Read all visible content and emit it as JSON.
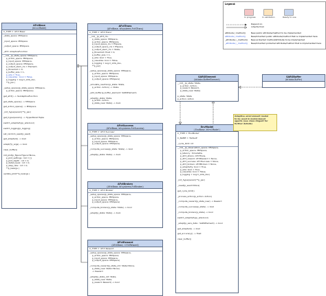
{
  "legend": {
    "title": "Legend:",
    "swatches": [
      {
        "label": "In progress",
        "color": "#f4c6c6"
      },
      {
        "label": "In validation",
        "color": "#fde4bc"
      },
      {
        "label": "Ready to use",
        "color": "#c6d5ee"
      }
    ],
    "rows": [
      {
        "sig": "attribute | method()",
        "desc": "New public attribute/method to be implemented",
        "cls": ""
      },
      {
        "sig": "attribute | method()",
        "desc": "New/inherited public attribute/method that is implemented here",
        "cls": "hl"
      },
      {
        "sig": "_attribute | _method()",
        "desc": "New protected method/attribute to be implemented",
        "cls": ""
      },
      {
        "sig": "_attribute | _method()",
        "desc": "New/inherited protected attribute/method that is implemented here",
        "cls": "hl"
      }
    ],
    "depends_label": "Depend on\ninherits from"
  },
  "note": "Adaptive environment model\nto be used in model-based\nagents (see class AAgent for\nfurther details)",
  "classes": {
    "afctbase": {
      "name": "AFctBase",
      "pkg": "(ml.sl.Model)",
      "sections": [
        [
          "C_TYPE = 'AFct Base'"
        ],
        [
          "_state_space: MSSpace",
          "",
          "_input_space: MSSpace",
          "",
          "_output_space: MSSpace",
          "",
          "_afct: AdaptiveFunction"
        ],
        [
          "__init__(p_state_space: MSSpace,",
          "    p_action_space: MSSpace,",
          "    p_input_space: MSSpace,",
          "    p_output_space: MSSpace,",
          "    p_output_elem_cls = Element,",
          "    p_threshold = 0,",
          "    p_buffer_size = 1,",
          "    p_ada = True,",
          "    p_visualize : bool = False,",
          "    p_logging = Log.C_LOG_ALL,",
          "    **p_par )",
          "",
          "_setup_spaces(p_state_space: MSSpace,",
          "    p_action_space: MSSpace)",
          "",
          "get_afct() -> SLAdaptiveFunction",
          "",
          "get_state_space() -> MSSpace",
          "",
          "get_action_space() -> MSSpace",
          "",
          "_init_hyperparam(**p_par)",
          "",
          "get_hyperparam() -> HyperParamTuple",
          "",
          "switch_adaptivity(p_ada:bool)",
          "",
          "switch_logging(p_logging)",
          "",
          "set_random_seed(p_seed)",
          "",
          "get_adapted() -> bool",
          "",
          "adapt(*p_args) -> bool",
          "",
          "clear_buffer()",
          "",
          "init_plot(p_figure:Figure=None,",
          "    p_plot_settings : list = [],",
          "    p_plot_depth : int = 0,",
          "    p_detail_level : int = 0,",
          "    p_step_rate : int = 0,",
          "    **p_kwargs )",
          "",
          "update_plot(**p_kwargs )"
        ]
      ],
      "hl_lines": [
        15,
        16,
        30
      ]
    },
    "afcttrans": {
      "name": "AFctTrans",
      "pkg": "(AFctBase, bf.systems.FctSTrans)",
      "sections": [
        [
          "C_TYPE = 'AFct Trans'"
        ],
        [
          "__init__(p_afct_cls,",
          "    p_state_space: MSSpace,",
          "    p_action_space: MSSpace,",
          "    p_input_space_cls = ESpace,",
          "    p_output_space_cls = ESpace,",
          "    p_output_elem_cls = State,",
          "    p_threshold: float = 0,",
          "    p_buffer_size = 1,",
          "    p_ada: bool = True,",
          "    p_visualize: bool = False,",
          "    p_logging = Log.C_LOG_ALL,",
          "    **p_par)",
          "",
          "_setup_spaces(p_state_space: MSSpace,",
          "    p_action_space: MSSpace,",
          "    p_input_space: MSSpace,",
          "    p_output_space: MSSpace)",
          "",
          "_simulate_reaction(p_state: State,",
          "    p_action: Action) -> State",
          "",
          "_add_buffer(p_buffer_element: SARSElement)",
          "",
          "_adapt(p_state: State,",
          "    p_action: Action,",
          "    p_state_new: State) -> bool"
        ]
      ]
    },
    "afctsuccess": {
      "name": "AFctSuccess",
      "pkg": "(AFctBase, bf.systems.FctSuccess)",
      "sections": [
        [
          "C_TYPE = 'AFct Success'"
        ],
        [
          "_setup_spaces(p_state_space: MSSpace,",
          "    p_action_space: MSSpace,",
          "    p_input_space: MSSpace,",
          "    p_output_space: MSSpace)",
          "",
          "_compute_success(p_state: State) -> bool",
          "",
          "_adapt(p_state: State) -> bool"
        ]
      ]
    },
    "afctbroken": {
      "name": "AFctBroken",
      "pkg": "(AFctBase, bf.systems.FctBroken)",
      "sections": [
        [
          "C_TYPE = 'AFct Broken'"
        ],
        [
          "_setup_spaces(p_state_space: MSSpace,",
          "    p_action_space: MSSpace,",
          "    p_input_space: MSSpace,",
          "    p_output_space: MSSpace)",
          "",
          "_compute_broken(p_state: State) -> bool",
          "",
          "_adapt(p_state: State) -> bool"
        ]
      ]
    },
    "afctreward": {
      "name": "AFctReward",
      "pkg": "(AFctBase, rl.FctReward)",
      "sections": [
        [
          "C_TYPE = 'AFct Reward'"
        ],
        [
          "_setup_spaces(p_state_space: MSSpace,",
          "    p_action_space: MSSpace,",
          "    p_input_space: MSSpace,",
          "    p_output_space: MSSpace)",
          "",
          "_compute_reward(p_state_old: State=None,",
          "    p_state_new: State=None)",
          "    -> Reward",
          "",
          "_adapt(p_state_old: State,",
          "    p_state_new: State,",
          "    p_reward: Reward) -> bool"
        ]
      ]
    },
    "sarselement": {
      "name": "SARSElement",
      "pkg": "(bf.data.BufferElement)",
      "sections": [
        [
          "__init__(p_state: State,",
          "    p_action: Action,",
          "    p_reward: Reward,",
          "    p_state_new: State)",
          "",
          "p_state: State",
          "p_action: Action",
          "p_state_new: State",
          "p_reward: Reward"
        ]
      ]
    },
    "sarsbuffer": {
      "name": "SARSBuffer",
      "pkg": "(bf.data.Buffer)",
      "sections": [
        [
          ""
        ]
      ]
    },
    "envmodel": {
      "name": "EnvModel",
      "pkg": "( EnvBase, bf.ml.Model )",
      "sections": [
        [
          "C_TYPE = 'EnvModel'",
          "",
          "C_NAME = 'Default'",
          "",
          "_cycle_limit: int"
        ],
        [
          "__init__(p_observation_space: MSSpace,",
          "    p_action_space: MSSpace,",
          "    p_latency : timedelta,",
          "    p_afct_strans: AFctTrans,",
          "    p_afct_reward: AFctReward = None,",
          "    p_afct_success: AFctSuccess = None,",
          "    p_afct_broken: AFctBroken = None,",
          "    p_adaptivity: bool = True,",
          "    p_ada: bool = True,",
          "    p_visualize: bool = False,",
          "    p_logging = Log.C_LOG_ALL)",
          "",
          "_init_hyperparam(**p_par)",
          "",
          "_reset(p_seed=None)",
          "",
          "get_cycle_limit()",
          "",
          "_process_action(p_action: Action)",
          "",
          "_compute_reward(p_state_new) -> Reward",
          "",
          "_compute_success(p_state) -> bool",
          "",
          "_compute_broken(p_state) -> bool",
          "",
          "switch_adaptivity(p_ada:bool)",
          "",
          "_adapt(p_sars_data : SARSElement) -> bool",
          "",
          "get_adapted() -> bool",
          "",
          "get_accuracy() -> float",
          "",
          "clear_buffer()"
        ]
      ],
      "hl_lines": [
        28,
        32
      ]
    }
  }
}
